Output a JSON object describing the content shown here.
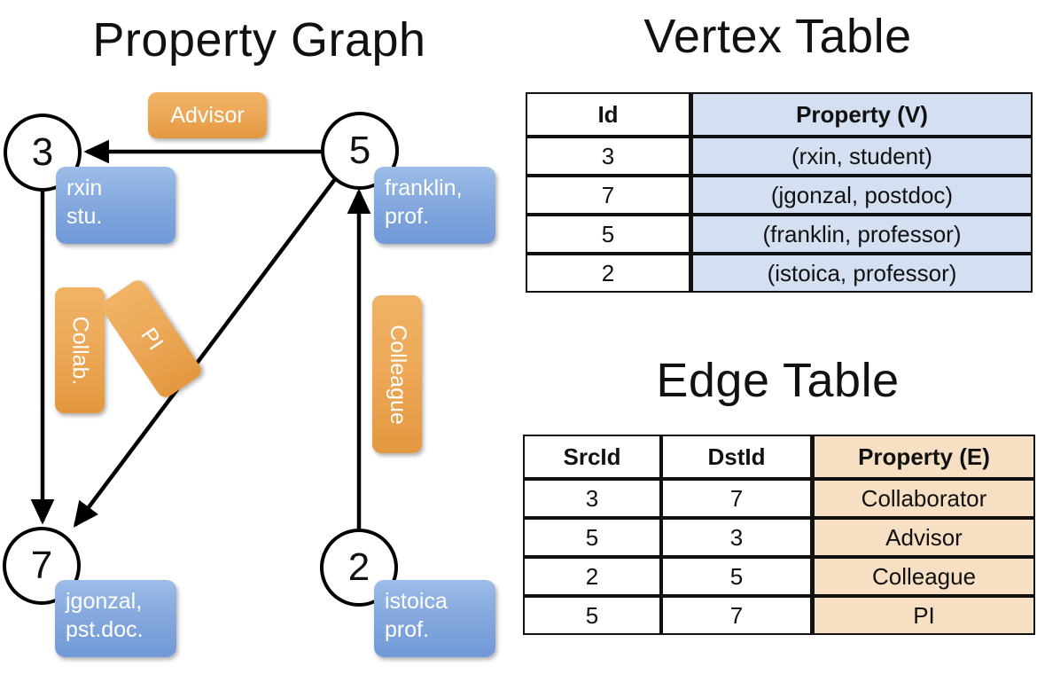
{
  "titles": {
    "property_graph": "Property Graph",
    "vertex_table": "Vertex Table",
    "edge_table": "Edge Table"
  },
  "colors": {
    "vertex_property_fill": "#d4dff1",
    "edge_property_fill": "#f7dfc4",
    "node_box_blue": "#84a8de",
    "edge_label_orange": "#eda959",
    "stroke": "#111111"
  },
  "graph": {
    "nodes": [
      {
        "id": "3",
        "property": "rxin\nstu."
      },
      {
        "id": "5",
        "property": "franklin,\nprof."
      },
      {
        "id": "7",
        "property": "jgonzal,\npst.doc."
      },
      {
        "id": "2",
        "property": "istoica\nprof."
      }
    ],
    "edge_labels": [
      {
        "name": "advisor",
        "text": "Advisor"
      },
      {
        "name": "collab",
        "text": "Collab."
      },
      {
        "name": "pi",
        "text": "PI"
      },
      {
        "name": "colleague",
        "text": "Colleague"
      }
    ],
    "edges": [
      {
        "from": "5",
        "to": "3",
        "label": "Advisor"
      },
      {
        "from": "3",
        "to": "7",
        "label": "Collab."
      },
      {
        "from": "5",
        "to": "7",
        "label": "PI"
      },
      {
        "from": "2",
        "to": "5",
        "label": "Colleague"
      }
    ]
  },
  "vertex_table": {
    "headers": [
      "Id",
      "Property (V)"
    ],
    "rows": [
      {
        "id": "3",
        "property": "(rxin, student)"
      },
      {
        "id": "7",
        "property": "(jgonzal, postdoc)"
      },
      {
        "id": "5",
        "property": "(franklin, professor)"
      },
      {
        "id": "2",
        "property": "(istoica, professor)"
      }
    ]
  },
  "edge_table": {
    "headers": [
      "SrcId",
      "DstId",
      "Property (E)"
    ],
    "rows": [
      {
        "src": "3",
        "dst": "7",
        "property": "Collaborator"
      },
      {
        "src": "5",
        "dst": "3",
        "property": "Advisor"
      },
      {
        "src": "2",
        "dst": "5",
        "property": "Colleague"
      },
      {
        "src": "5",
        "dst": "7",
        "property": "PI"
      }
    ]
  }
}
